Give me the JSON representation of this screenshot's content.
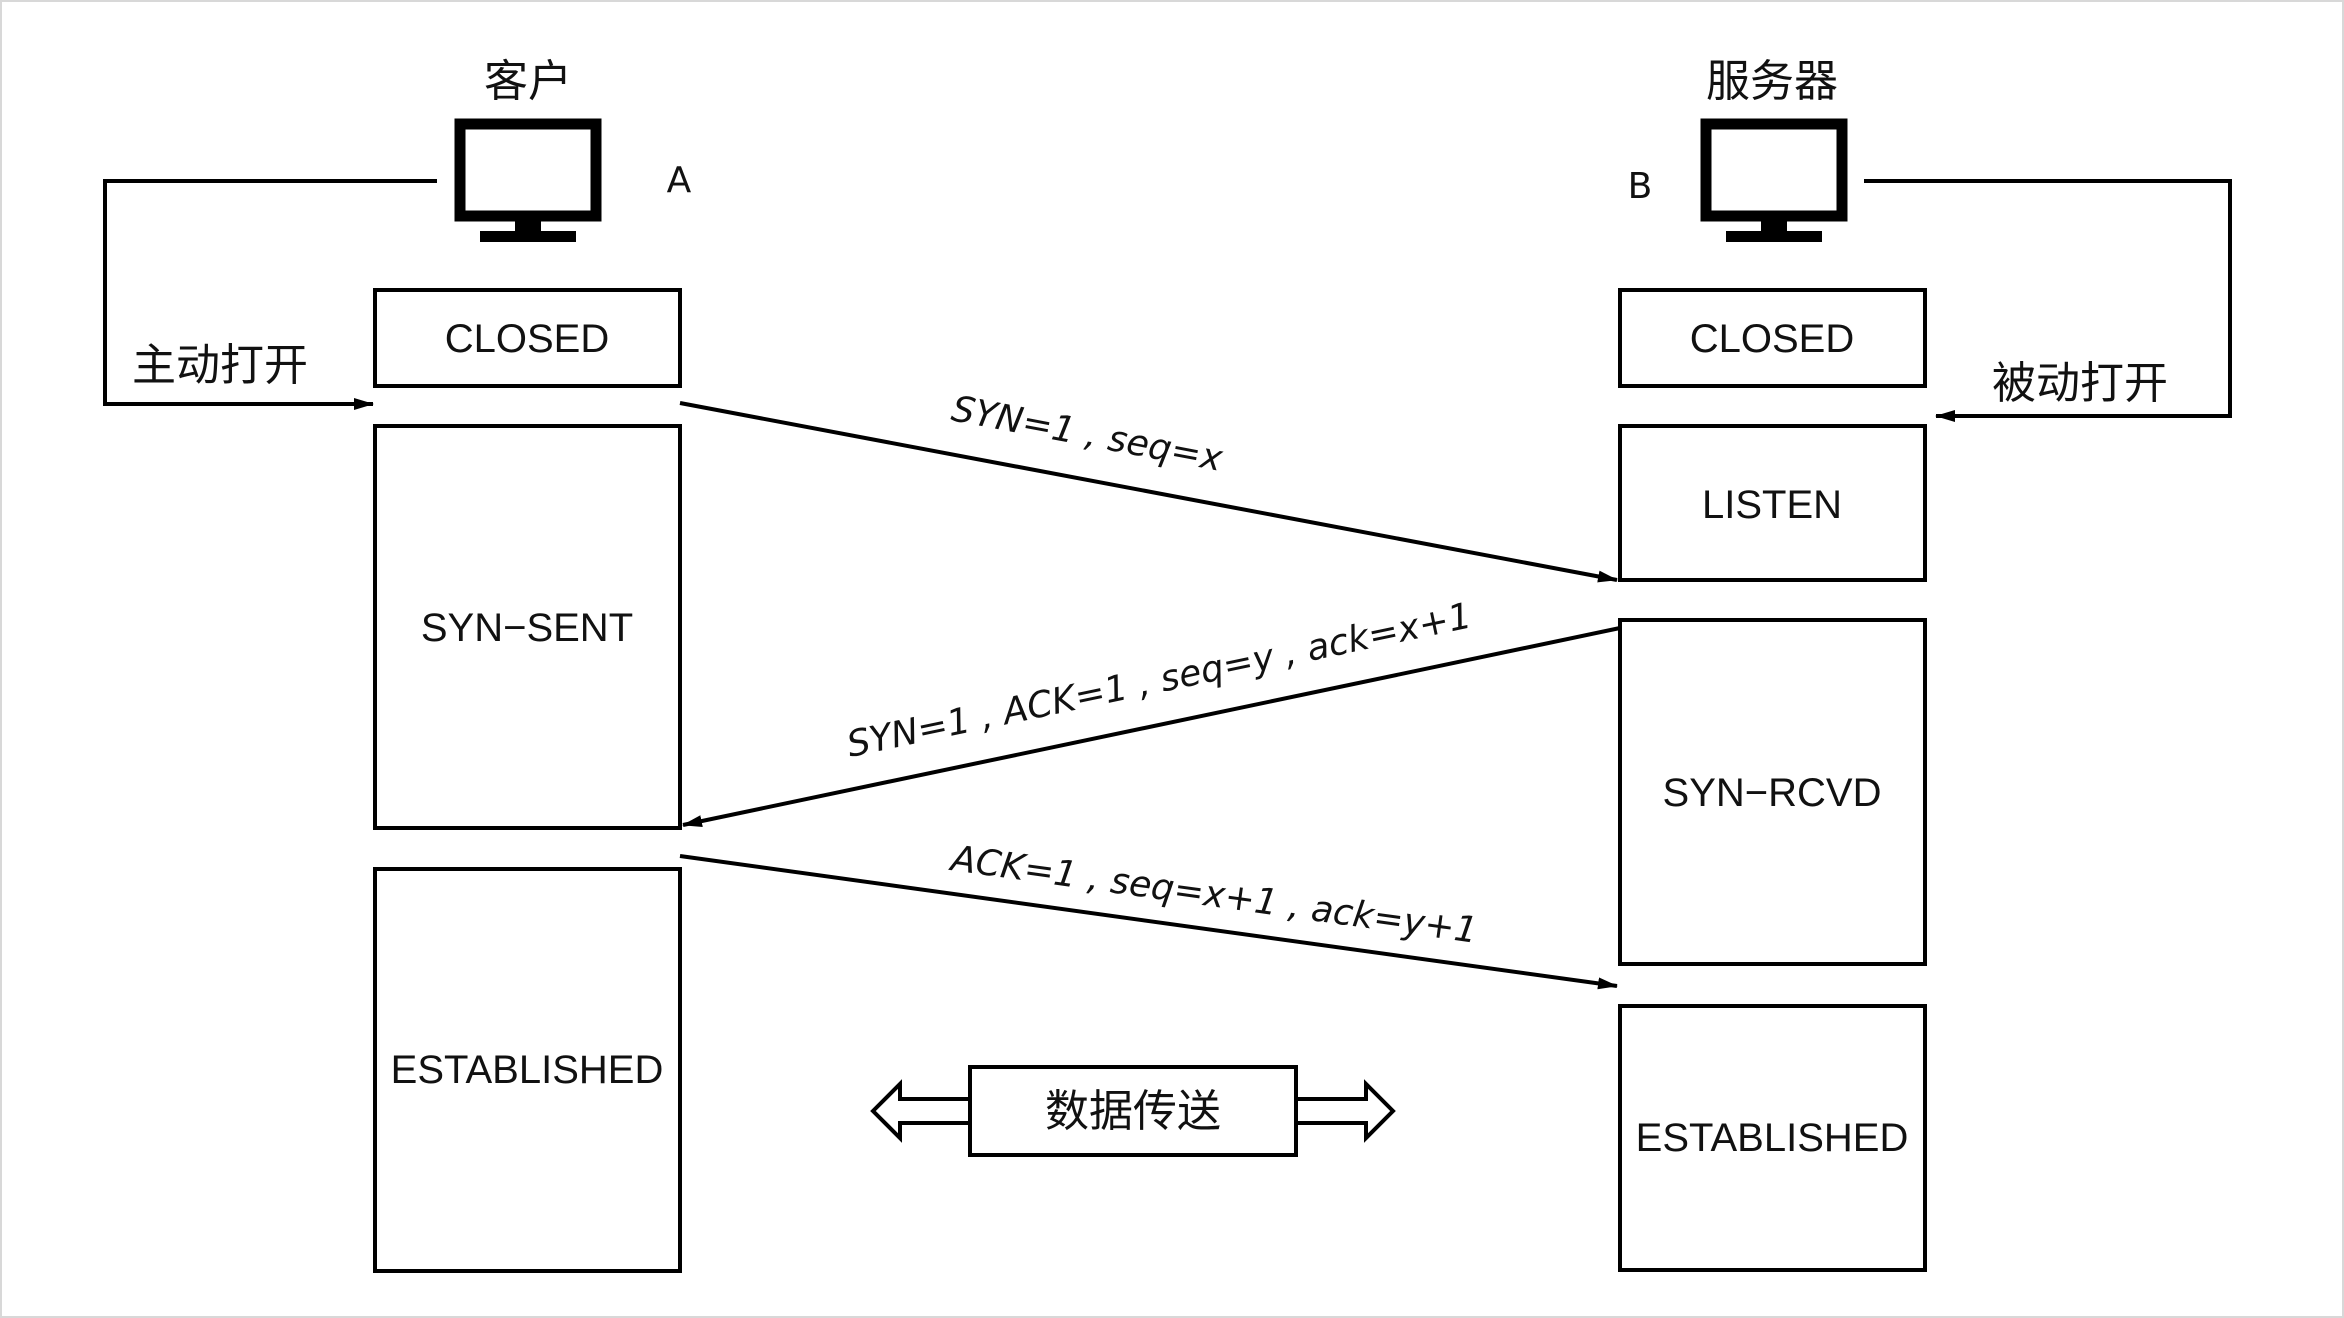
{
  "client": {
    "title": "客户",
    "endpoint": "A",
    "open_label": "主动打开"
  },
  "server": {
    "title": "服务器",
    "endpoint": "B",
    "open_label": "被动打开"
  },
  "client_states": {
    "closed": "CLOSED",
    "syn_sent": "SYN−SENT",
    "established": "ESTABLISHED"
  },
  "server_states": {
    "closed": "CLOSED",
    "listen": "LISTEN",
    "syn_rcvd": "SYN−RCVD",
    "established": "ESTABLISHED"
  },
  "messages": {
    "syn": "SYN=1 , seq=x",
    "syn_ack": "SYN=1 , ACK=1 , seq=y , ack=x+1",
    "ack": "ACK=1 , seq=x+1 , ack=y+1"
  },
  "data_transfer": "数据传送",
  "icons": {
    "client": "monitor-icon",
    "server": "monitor-icon"
  }
}
